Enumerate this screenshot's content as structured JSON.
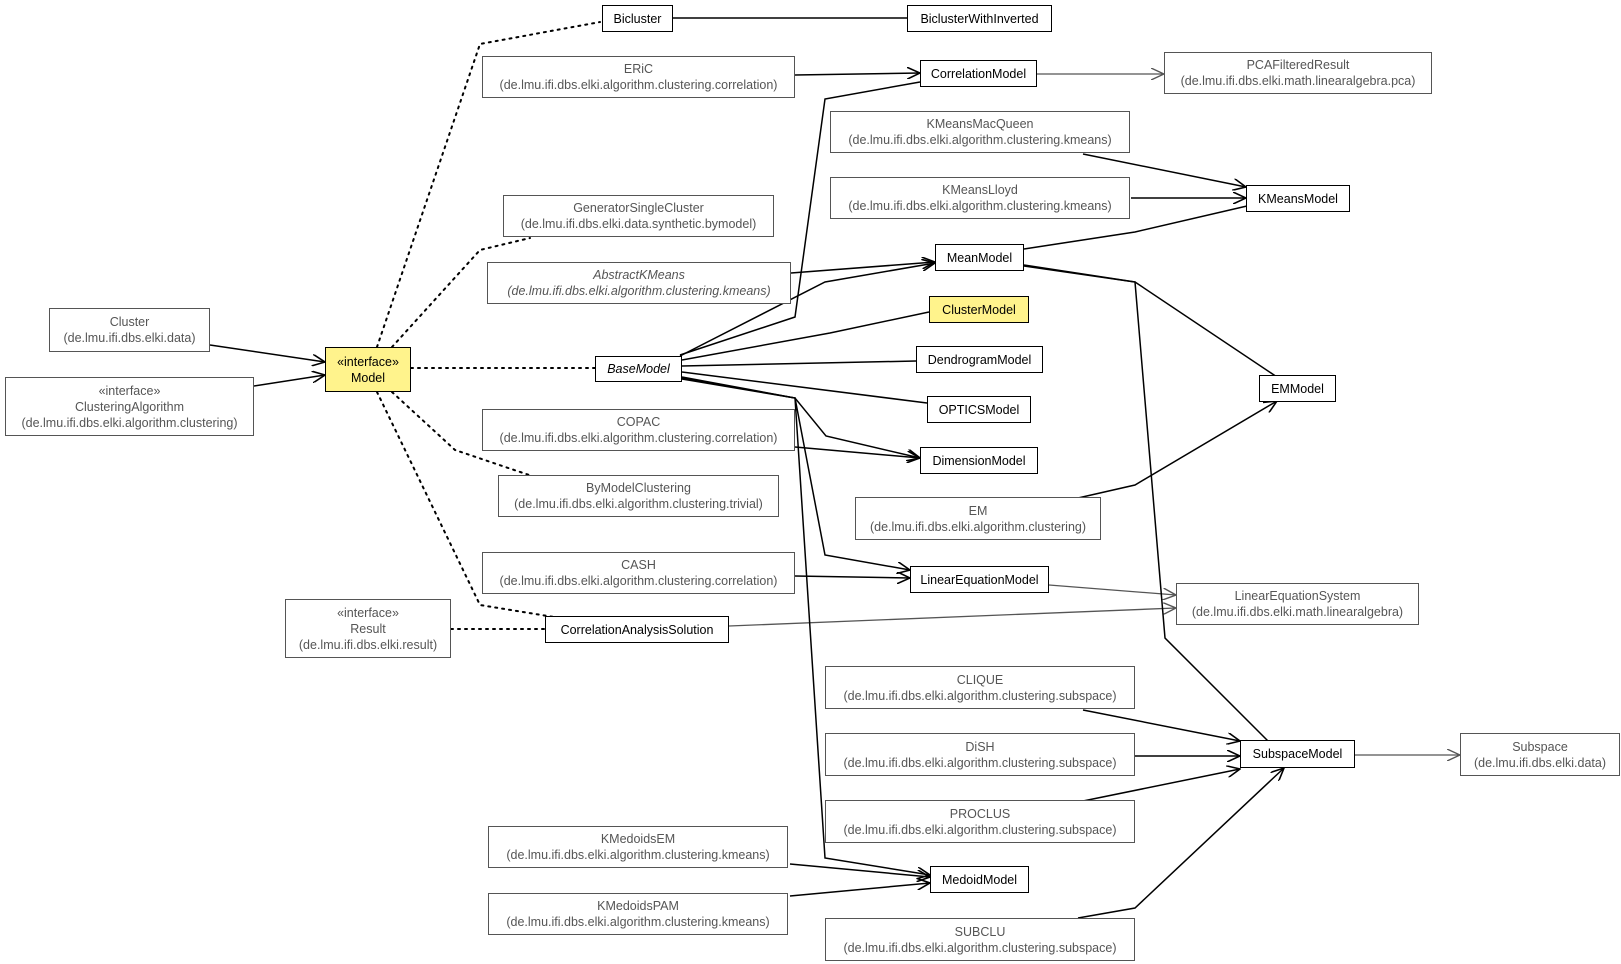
{
  "nodes": {
    "bicluster": {
      "name": "Bicluster"
    },
    "bicluster_inverted": {
      "name": "BiclusterWithInverted"
    },
    "eric": {
      "name": "ERiC",
      "pkg": "(de.lmu.ifi.dbs.elki.algorithm.clustering.correlation)"
    },
    "correlation_model": {
      "name": "CorrelationModel"
    },
    "pca_filtered": {
      "name": "PCAFilteredResult",
      "pkg": "(de.lmu.ifi.dbs.elki.math.linearalgebra.pca)"
    },
    "kmeans_macqueen": {
      "name": "KMeansMacQueen",
      "pkg": "(de.lmu.ifi.dbs.elki.algorithm.clustering.kmeans)"
    },
    "kmeans_lloyd": {
      "name": "KMeansLloyd",
      "pkg": "(de.lmu.ifi.dbs.elki.algorithm.clustering.kmeans)"
    },
    "kmeans_model": {
      "name": "KMeansModel"
    },
    "generator_single": {
      "name": "GeneratorSingleCluster",
      "pkg": "(de.lmu.ifi.dbs.elki.data.synthetic.bymodel)"
    },
    "abstract_kmeans": {
      "name": "AbstractKMeans",
      "pkg": "(de.lmu.ifi.dbs.elki.algorithm.clustering.kmeans)"
    },
    "mean_model": {
      "name": "MeanModel"
    },
    "cluster": {
      "name": "Cluster",
      "pkg": "(de.lmu.ifi.dbs.elki.data)"
    },
    "clustering_algorithm": {
      "stereo": "«interface»",
      "name": "ClusteringAlgorithm",
      "pkg": "(de.lmu.ifi.dbs.elki.algorithm.clustering)"
    },
    "model": {
      "stereo": "«interface»",
      "name": "Model"
    },
    "base_model": {
      "name": "BaseModel"
    },
    "cluster_model": {
      "name": "ClusterModel"
    },
    "dendrogram_model": {
      "name": "DendrogramModel"
    },
    "optics_model": {
      "name": "OPTICSModel"
    },
    "em_model": {
      "name": "EMModel"
    },
    "copac": {
      "name": "COPAC",
      "pkg": "(de.lmu.ifi.dbs.elki.algorithm.clustering.correlation)"
    },
    "dimension_model": {
      "name": "DimensionModel"
    },
    "bymodel_clustering": {
      "name": "ByModelClustering",
      "pkg": "(de.lmu.ifi.dbs.elki.algorithm.clustering.trivial)"
    },
    "em": {
      "name": "EM",
      "pkg": "(de.lmu.ifi.dbs.elki.algorithm.clustering)"
    },
    "cash": {
      "name": "CASH",
      "pkg": "(de.lmu.ifi.dbs.elki.algorithm.clustering.correlation)"
    },
    "linear_equation_model": {
      "name": "LinearEquationModel"
    },
    "linear_equation_system": {
      "name": "LinearEquationSystem",
      "pkg": "(de.lmu.ifi.dbs.elki.math.linearalgebra)"
    },
    "result": {
      "stereo": "«interface»",
      "name": "Result",
      "pkg": "(de.lmu.ifi.dbs.elki.result)"
    },
    "correlation_solution": {
      "name": "CorrelationAnalysisSolution"
    },
    "clique": {
      "name": "CLIQUE",
      "pkg": "(de.lmu.ifi.dbs.elki.algorithm.clustering.subspace)"
    },
    "dish": {
      "name": "DiSH",
      "pkg": "(de.lmu.ifi.dbs.elki.algorithm.clustering.subspace)"
    },
    "subspace_model": {
      "name": "SubspaceModel"
    },
    "subspace": {
      "name": "Subspace",
      "pkg": "(de.lmu.ifi.dbs.elki.data)"
    },
    "proclus": {
      "name": "PROCLUS",
      "pkg": "(de.lmu.ifi.dbs.elki.algorithm.clustering.subspace)"
    },
    "kmedoids_em": {
      "name": "KMedoidsEM",
      "pkg": "(de.lmu.ifi.dbs.elki.algorithm.clustering.kmeans)"
    },
    "medoid_model": {
      "name": "MedoidModel"
    },
    "kmedoids_pam": {
      "name": "KMedoidsPAM",
      "pkg": "(de.lmu.ifi.dbs.elki.algorithm.clustering.kmeans)"
    },
    "subclu": {
      "name": "SUBCLU",
      "pkg": "(de.lmu.ifi.dbs.elki.algorithm.clustering.subspace)"
    }
  },
  "colors": {
    "highlight_fill": "#fff38c",
    "internal_border": "#000000",
    "external_border": "#555555",
    "edge": "#000000",
    "dotted_edge": "#000000"
  }
}
